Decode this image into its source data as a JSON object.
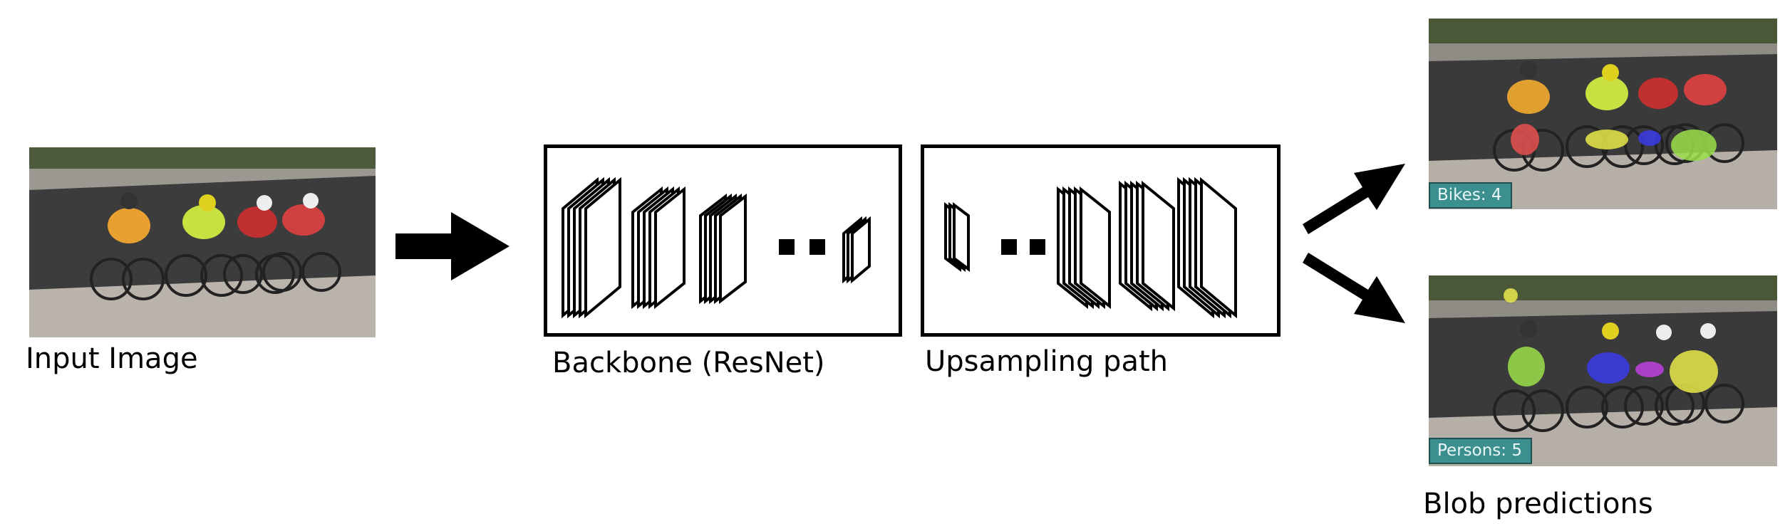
{
  "labels": {
    "input_image": "Input Image",
    "backbone": "Backbone (ResNet)",
    "upsampling": "Upsampling path",
    "blob_predictions": "Blob predictions"
  },
  "outputs": {
    "bikes_badge": "Bikes: 4",
    "persons_badge": "Persons: 5"
  },
  "colors": {
    "line": "#000000",
    "badge_bg": "#3b8f8f",
    "blob_yellow": "#e8e84a",
    "blob_green": "#9be04a",
    "blob_blue": "#3a3ae8",
    "blob_purple": "#c040e0",
    "blob_red": "#e85050"
  },
  "icons": [
    "right-arrow-icon",
    "up-right-arrow-icon",
    "down-right-arrow-icon",
    "ellipsis-icon"
  ]
}
